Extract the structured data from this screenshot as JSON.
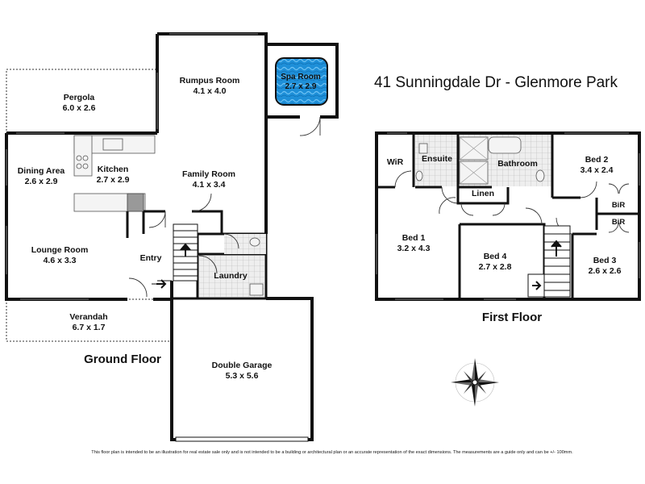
{
  "title": "41 Sunningdale Dr - Glenmore Park",
  "floors": {
    "ground": "Ground Floor",
    "first": "First Floor"
  },
  "ground_rooms": {
    "pergola": {
      "name": "Pergola",
      "size": "6.0 x 2.6"
    },
    "rumpus": {
      "name": "Rumpus Room",
      "size": "4.1 x 4.0"
    },
    "spa": {
      "name": "Spa Room",
      "size": "2.7 x 2.9"
    },
    "dining": {
      "name": "Dining Area",
      "size": "2.6 x 2.9"
    },
    "kitchen": {
      "name": "Kitchen",
      "size": "2.7 x 2.9"
    },
    "family": {
      "name": "Family Room",
      "size": "4.1 x 3.4"
    },
    "lounge": {
      "name": "Lounge Room",
      "size": "4.6 x 3.3"
    },
    "entry": {
      "name": "Entry"
    },
    "laundry": {
      "name": "Laundry"
    },
    "verandah": {
      "name": "Verandah",
      "size": "6.7 x 1.7"
    },
    "garage": {
      "name": "Double Garage",
      "size": "5.3 x 5.6"
    }
  },
  "first_rooms": {
    "wir": {
      "name": "WiR"
    },
    "ensuite": {
      "name": "Ensuite"
    },
    "bathroom": {
      "name": "Bathroom"
    },
    "bed2": {
      "name": "Bed 2",
      "size": "3.4 x 2.4"
    },
    "linen": {
      "name": "Linen"
    },
    "bir1": {
      "name": "BiR"
    },
    "bir2": {
      "name": "BiR"
    },
    "bed1": {
      "name": "Bed 1",
      "size": "3.2 x 4.3"
    },
    "bed4": {
      "name": "Bed 4",
      "size": "2.7 x 2.8"
    },
    "bed3": {
      "name": "Bed 3",
      "size": "2.6 x 2.6"
    }
  },
  "disclaimer": "This floor plan is intended to be an illustration for real estate sale only and is not intended to be a building or architectural plan or an accurate representation of the exact dimensions. The measurements are a guide only and can be +/- 100mm.",
  "icons": [
    "compass-rose-icon",
    "stair-arrow-icon"
  ],
  "colors": {
    "wall": "#111111",
    "spa_water": "#1e90d6",
    "spa_border": "#111111"
  }
}
